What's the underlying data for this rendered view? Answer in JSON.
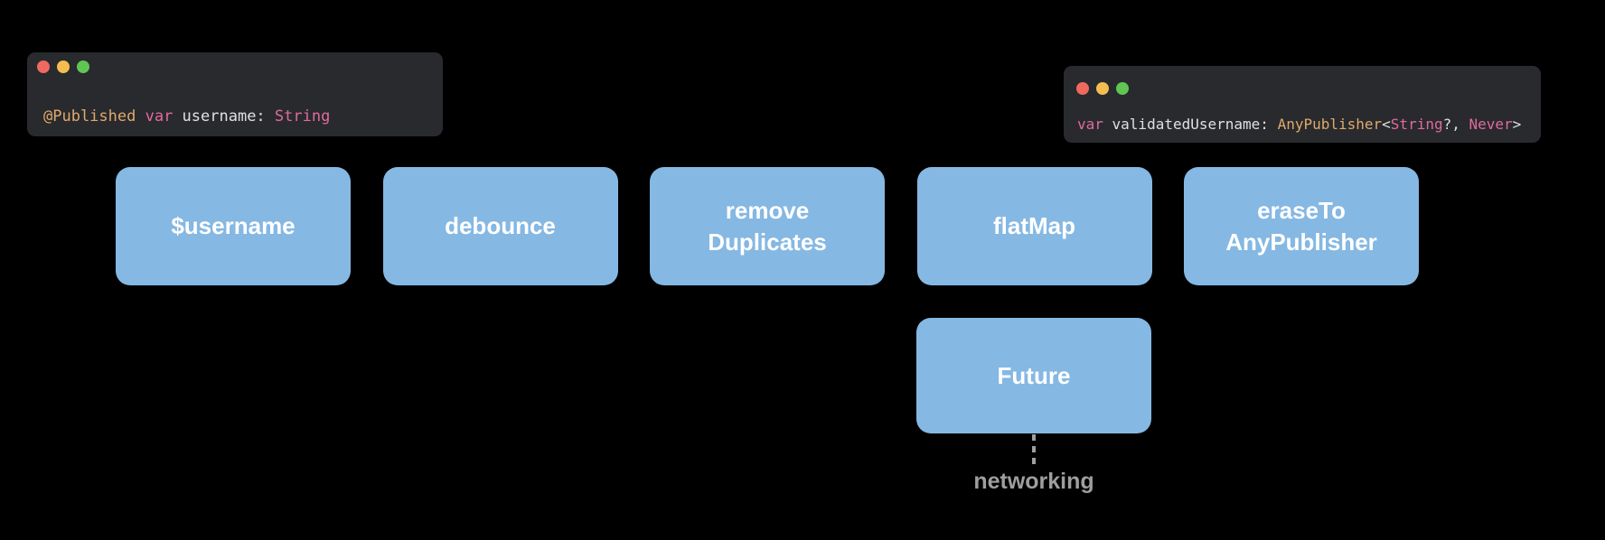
{
  "colors": {
    "background": "#000000",
    "window_bg": "#282a2e",
    "node_blue": "#85b8e3",
    "code_plain": "#dfe0e2",
    "code_orange": "#e0a96b",
    "code_pink": "#e26a9d",
    "traffic_red": "#ee6a5f",
    "traffic_yellow": "#f5bd4f",
    "traffic_green": "#61c554",
    "muted_gray": "#9e9e9e"
  },
  "icons": {
    "traffic_lights": [
      "close-circle-icon",
      "minimize-circle-icon",
      "fullscreen-circle-icon"
    ]
  },
  "code_windows": {
    "left": {
      "tokens": [
        {
          "text": "@Published ",
          "role": "orange"
        },
        {
          "text": "var ",
          "role": "pink"
        },
        {
          "text": "username: ",
          "role": "plain"
        },
        {
          "text": "String",
          "role": "pink"
        }
      ]
    },
    "right": {
      "tokens": [
        {
          "text": "var ",
          "role": "pink"
        },
        {
          "text": "validatedUsername: ",
          "role": "plain"
        },
        {
          "text": "AnyPublisher",
          "role": "orange"
        },
        {
          "text": "<",
          "role": "plain"
        },
        {
          "text": "String",
          "role": "pink"
        },
        {
          "text": "?, ",
          "role": "plain"
        },
        {
          "text": "Never",
          "role": "pink"
        },
        {
          "text": ">",
          "role": "plain"
        }
      ]
    }
  },
  "pipeline": {
    "nodes": [
      {
        "label": "$username"
      },
      {
        "label": "debounce"
      },
      {
        "label": "remove\nDuplicates"
      },
      {
        "label": "flatMap"
      },
      {
        "label": "eraseTo\nAnyPublisher"
      }
    ],
    "future_label": "Future",
    "networking_label": "networking"
  }
}
